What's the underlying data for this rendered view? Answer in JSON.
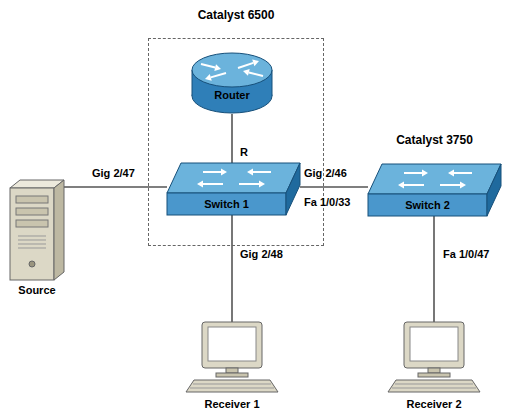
{
  "diagram": {
    "nodes": [
      {
        "text": [
          "Catalyst 6500"
        ]
      },
      {
        "text": [
          "Router"
        ],
        "in": 0
      },
      {
        "text": [
          "Switch 1"
        ],
        "in": 0
      },
      {
        "text": [
          "Catalyst 3750",
          "Switch 2"
        ]
      },
      {
        "text": [
          "Source"
        ]
      },
      {
        "text": [
          "Receiver 1"
        ]
      },
      {
        "text": [
          "Receiver 2"
        ]
      }
    ],
    "edges": [
      {
        "from": 1,
        "to": 2,
        "label": "R",
        "arrow": "none"
      },
      {
        "from": 4,
        "to": 2,
        "label": "Gig 2/47",
        "arrow": "none"
      },
      {
        "from": 2,
        "to": 3,
        "label": "Gig 2/46",
        "arrow": "none"
      },
      {
        "from": 2,
        "to": 5,
        "label": "Gig 2/48",
        "arrow": "none"
      },
      {
        "from": 3,
        "to": 6,
        "label": "Fa 1/0/47",
        "arrow": "none"
      }
    ],
    "labels": [
      "Fa 1/0/33"
    ]
  }
}
